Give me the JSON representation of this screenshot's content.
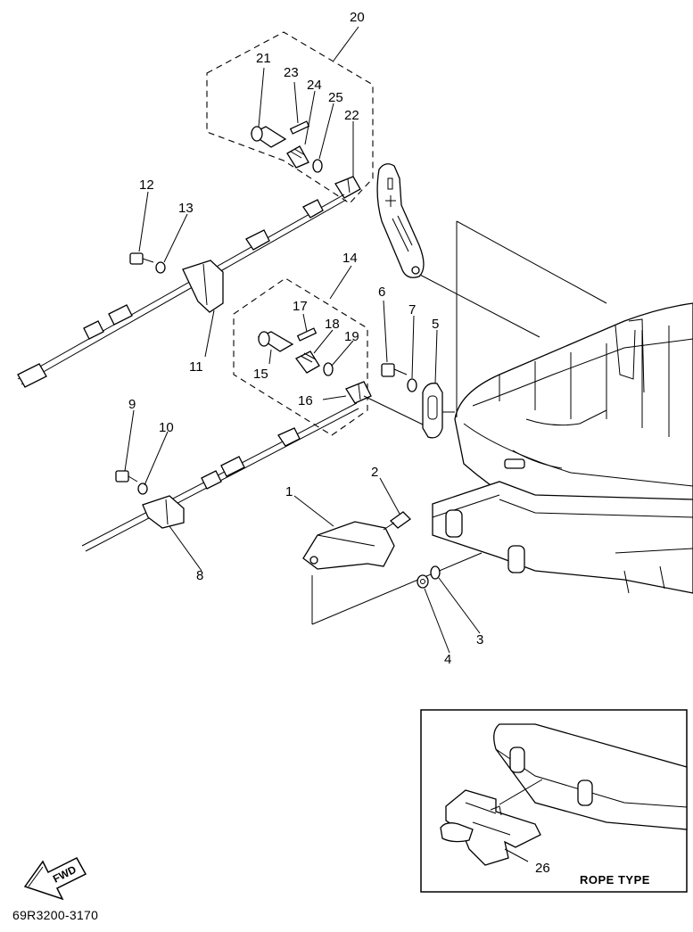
{
  "callouts": {
    "c1": "1",
    "c2": "2",
    "c3": "3",
    "c4": "4",
    "c5": "5",
    "c6": "6",
    "c7": "7",
    "c8": "8",
    "c9": "9",
    "c10": "10",
    "c11": "11",
    "c12": "12",
    "c13": "13",
    "c14": "14",
    "c15": "15",
    "c16": "16",
    "c17": "17",
    "c18": "18",
    "c19": "19",
    "c20": "20",
    "c21": "21",
    "c22": "22",
    "c23": "23",
    "c24": "24",
    "c25": "25",
    "c26": "26"
  },
  "inset": {
    "title": "ROPE TYPE"
  },
  "fwd_label": "FWD",
  "part_number": "69R3200-3170"
}
